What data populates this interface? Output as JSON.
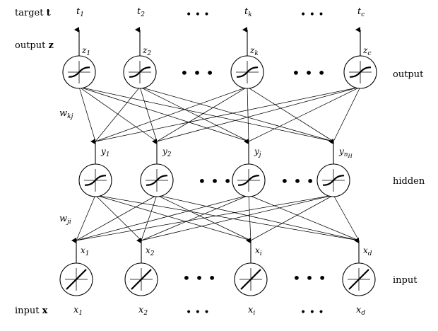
{
  "row_labels": {
    "target": {
      "prefix": "target ",
      "vector": "t"
    },
    "output_z": {
      "prefix": "output ",
      "vector": "z"
    },
    "input_x": {
      "prefix": "input ",
      "vector": "x"
    },
    "output": "output",
    "hidden": "hidden",
    "input": "input"
  },
  "weights": {
    "w_kj": {
      "base": "w",
      "sub": "kj"
    },
    "w_ji": {
      "base": "w",
      "sub": "ji"
    }
  },
  "ellipsis": "• • •",
  "small_ellipsis": "• • •",
  "targets": [
    {
      "base": "t",
      "sub": "1"
    },
    {
      "base": "t",
      "sub": "2"
    },
    {
      "base": "t",
      "sub": "k"
    },
    {
      "base": "t",
      "sub": "c"
    }
  ],
  "outputs": [
    {
      "base": "z",
      "sub": "1"
    },
    {
      "base": "z",
      "sub": "2"
    },
    {
      "base": "z",
      "sub": "k"
    },
    {
      "base": "z",
      "sub": "c"
    }
  ],
  "hidden_units": [
    {
      "base": "y",
      "sub": "1"
    },
    {
      "base": "y",
      "sub": "2"
    },
    {
      "base": "y",
      "sub": "j"
    },
    {
      "base": "y",
      "sub": "n",
      "subsub": "H"
    }
  ],
  "inputs_top": [
    {
      "base": "x",
      "sub": "1"
    },
    {
      "base": "x",
      "sub": "2"
    },
    {
      "base": "x",
      "sub": "i"
    },
    {
      "base": "x",
      "sub": "d"
    }
  ],
  "inputs_bottom": [
    {
      "base": "x",
      "sub": "1"
    },
    {
      "base": "x",
      "sub": "2"
    },
    {
      "base": "x",
      "sub": "i"
    },
    {
      "base": "x",
      "sub": "d"
    }
  ],
  "colors": {
    "ink": "#000000",
    "background": "#ffffff"
  }
}
